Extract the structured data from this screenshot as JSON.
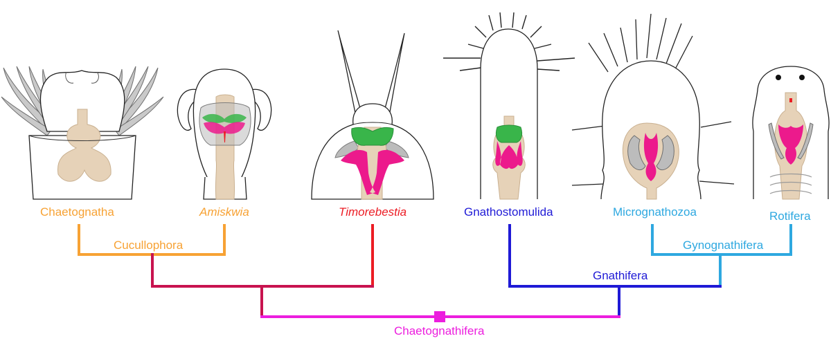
{
  "taxa": {
    "chaetognatha": "Chaetognatha",
    "amiskwia": "Amiskwia",
    "timorebestia": "Timorebestia",
    "gnathostomulida": "Gnathostomulida",
    "micrognathozoa": "Micrognathozoa",
    "rotifera": "Rotifera"
  },
  "clades": {
    "cucullophora": "Cucullophora",
    "gnathifera": "Gnathifera",
    "gynognathifera": "Gynognathifera",
    "chaetognathifera": "Chaetognathifera"
  },
  "colors": {
    "cucullophora": "#f7a234",
    "timorebestia": "#ec1c24",
    "stem": "#c8134f",
    "chaetognathifera": "#ec1ede",
    "gnathifera": "#1f1ad6",
    "gynognathifera": "#2ea8e0",
    "jaw_green": "#39b54a",
    "jaw_magenta": "#ec1a8c",
    "tissue": "#e6d2b8"
  }
}
